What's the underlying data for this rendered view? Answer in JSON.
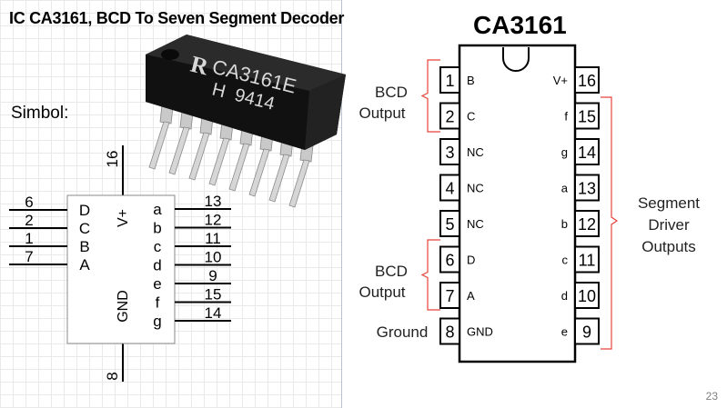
{
  "slide": {
    "title": "IC CA3161, BCD To Seven Segment Decoder",
    "symbol_label": "Simbol:",
    "page_number": "23"
  },
  "chip_photo": {
    "marking_line1": "CA3161E",
    "marking_line2": "H  9414",
    "logo": "R"
  },
  "symbol": {
    "top_pin": "16",
    "bottom_pin": "8",
    "vplus": "V+",
    "gnd": "GND",
    "left_pins": [
      {
        "number": "6",
        "name": "D"
      },
      {
        "number": "2",
        "name": "C"
      },
      {
        "number": "1",
        "name": "B"
      },
      {
        "number": "7",
        "name": "A"
      }
    ],
    "right_pins": [
      {
        "number": "13",
        "name": "a"
      },
      {
        "number": "12",
        "name": "b"
      },
      {
        "number": "11",
        "name": "c"
      },
      {
        "number": "10",
        "name": "d"
      },
      {
        "number": "9",
        "name": "e"
      },
      {
        "number": "15",
        "name": "f"
      },
      {
        "number": "14",
        "name": "g"
      }
    ]
  },
  "pinout": {
    "title": "CA3161",
    "left_pins": [
      {
        "number": "1",
        "name": "B"
      },
      {
        "number": "2",
        "name": "C"
      },
      {
        "number": "3",
        "name": "NC"
      },
      {
        "number": "4",
        "name": "NC"
      },
      {
        "number": "5",
        "name": "NC"
      },
      {
        "number": "6",
        "name": "D"
      },
      {
        "number": "7",
        "name": "A"
      },
      {
        "number": "8",
        "name": "GND"
      }
    ],
    "right_pins": [
      {
        "number": "16",
        "name": "V+"
      },
      {
        "number": "15",
        "name": "f"
      },
      {
        "number": "14",
        "name": "g"
      },
      {
        "number": "13",
        "name": "a"
      },
      {
        "number": "12",
        "name": "b"
      },
      {
        "number": "11",
        "name": "c"
      },
      {
        "number": "10",
        "name": "d"
      },
      {
        "number": "9",
        "name": "e"
      }
    ],
    "labels": {
      "bcd_output_top": [
        "BCD",
        "Output"
      ],
      "bcd_output_bottom": [
        "BCD",
        "Output"
      ],
      "ground": "Ground",
      "segment": [
        "Segment",
        "Driver",
        "Outputs"
      ]
    },
    "bracket_color": "#e8423b"
  }
}
